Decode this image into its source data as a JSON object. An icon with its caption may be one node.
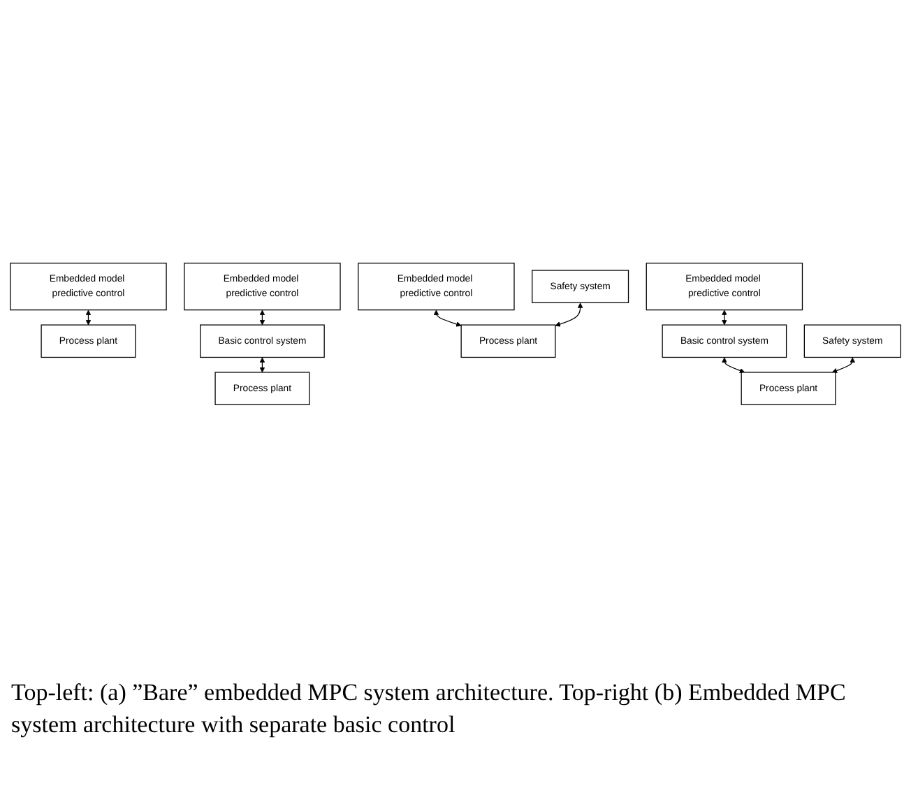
{
  "diagram": {
    "caption": "Top-left: (a) ”Bare” embedded MPC system architecture. Top-right (b) Embedded MPC system architecture with separate basic control",
    "nodes": [
      {
        "text": [
          "Embedded model predictive control"
        ]
      },
      {
        "text": [
          "Process plant"
        ]
      },
      {
        "text": [
          "Embedded model predictive control"
        ]
      },
      {
        "text": [
          "Basic control system"
        ]
      },
      {
        "text": [
          "Process plant"
        ]
      },
      {
        "text": [
          "Embedded model predictive control"
        ]
      },
      {
        "text": [
          "Safety system"
        ]
      },
      {
        "text": [
          "Process plant"
        ]
      },
      {
        "text": [
          "Embedded model predictive control"
        ]
      },
      {
        "text": [
          "Basic control system"
        ]
      },
      {
        "text": [
          "Safety system"
        ]
      },
      {
        "text": [
          "Process plant"
        ]
      }
    ],
    "edges": [
      {
        "from": 0,
        "to": 1,
        "arrow": "both"
      },
      {
        "from": 2,
        "to": 3,
        "arrow": "both"
      },
      {
        "from": 3,
        "to": 4,
        "arrow": "both"
      },
      {
        "from": 5,
        "to": 7,
        "arrow": "both"
      },
      {
        "from": 6,
        "to": 7,
        "arrow": "both"
      },
      {
        "from": 8,
        "to": 9,
        "arrow": "both"
      },
      {
        "from": 9,
        "to": 11,
        "arrow": "both"
      },
      {
        "from": 10,
        "to": 11,
        "arrow": "both"
      }
    ]
  }
}
